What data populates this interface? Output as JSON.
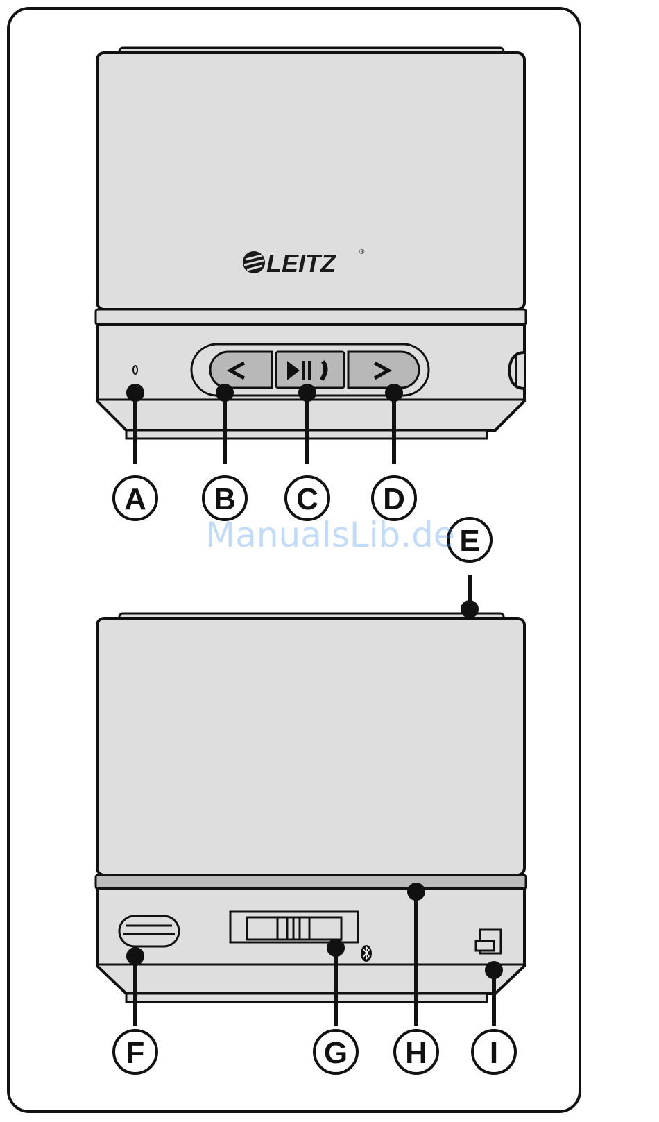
{
  "brand": {
    "logo_text": "LEITZ",
    "registered_mark": "®"
  },
  "watermark": "ManualsLib.de",
  "buttons": [
    {
      "id": "B",
      "symbol": "<",
      "icon": "previous-track-icon"
    },
    {
      "id": "C",
      "symbol": "▶II",
      "icon": "play-pause-call-icon"
    },
    {
      "id": "D",
      "symbol": ">",
      "icon": "next-track-icon"
    }
  ],
  "callouts": {
    "A": "A",
    "B": "B",
    "C": "C",
    "D": "D",
    "E": "E",
    "F": "F",
    "G": "G",
    "H": "H",
    "I": "I"
  },
  "icons": {
    "bluetooth": "bluetooth-icon",
    "power_switch": "slide-switch-icon",
    "usb_port": "micro-usb-port-icon",
    "audio_jack": "aux-jack-icon",
    "microphone": "microphone-hole-icon"
  },
  "colors": {
    "body_fill": "#dedede",
    "band_fill": "#bcbcbc",
    "outline": "#111111",
    "watermark": "#3f8fe8"
  }
}
